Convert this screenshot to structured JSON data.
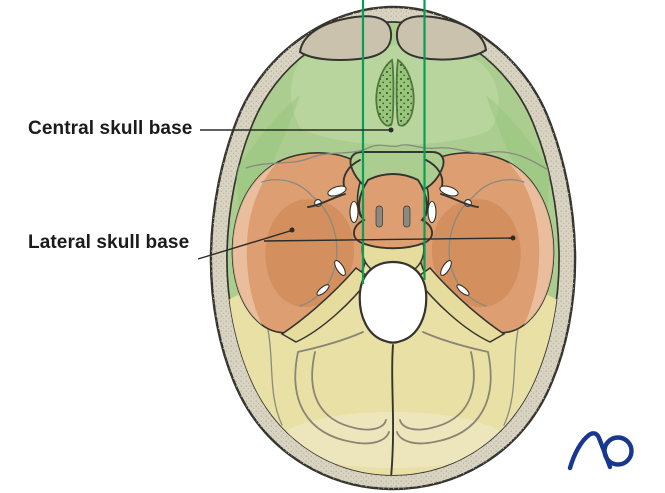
{
  "annotations": {
    "central_label": "Central skull base",
    "lateral_label": "Lateral skull base"
  },
  "logo": {
    "text": "AO"
  },
  "colors": {
    "central-green": "#abce90",
    "green-light": "#bcd8a2",
    "green-dark": "#98c47c",
    "crista-outline": "#4e7a3c",
    "lateral-orange": "#dd9f72",
    "orange-light": "#eec5a6",
    "orange-dark": "#cf8a58",
    "posterior-cream": "#e9e0a6",
    "cream-light": "#f0e9c8",
    "cream-dark-line": "#8a8574",
    "clivus-cream": "#e6dc9e",
    "rim": "#d9d3c1",
    "sinus-fill": "#cbc2ad",
    "outline": "#35342f",
    "suture-gray": "#8a8a80",
    "guide-green": "#089e55",
    "leader": "#2b2b28",
    "label-text": "#1b1b1b",
    "logo-blue": "#17388e"
  }
}
